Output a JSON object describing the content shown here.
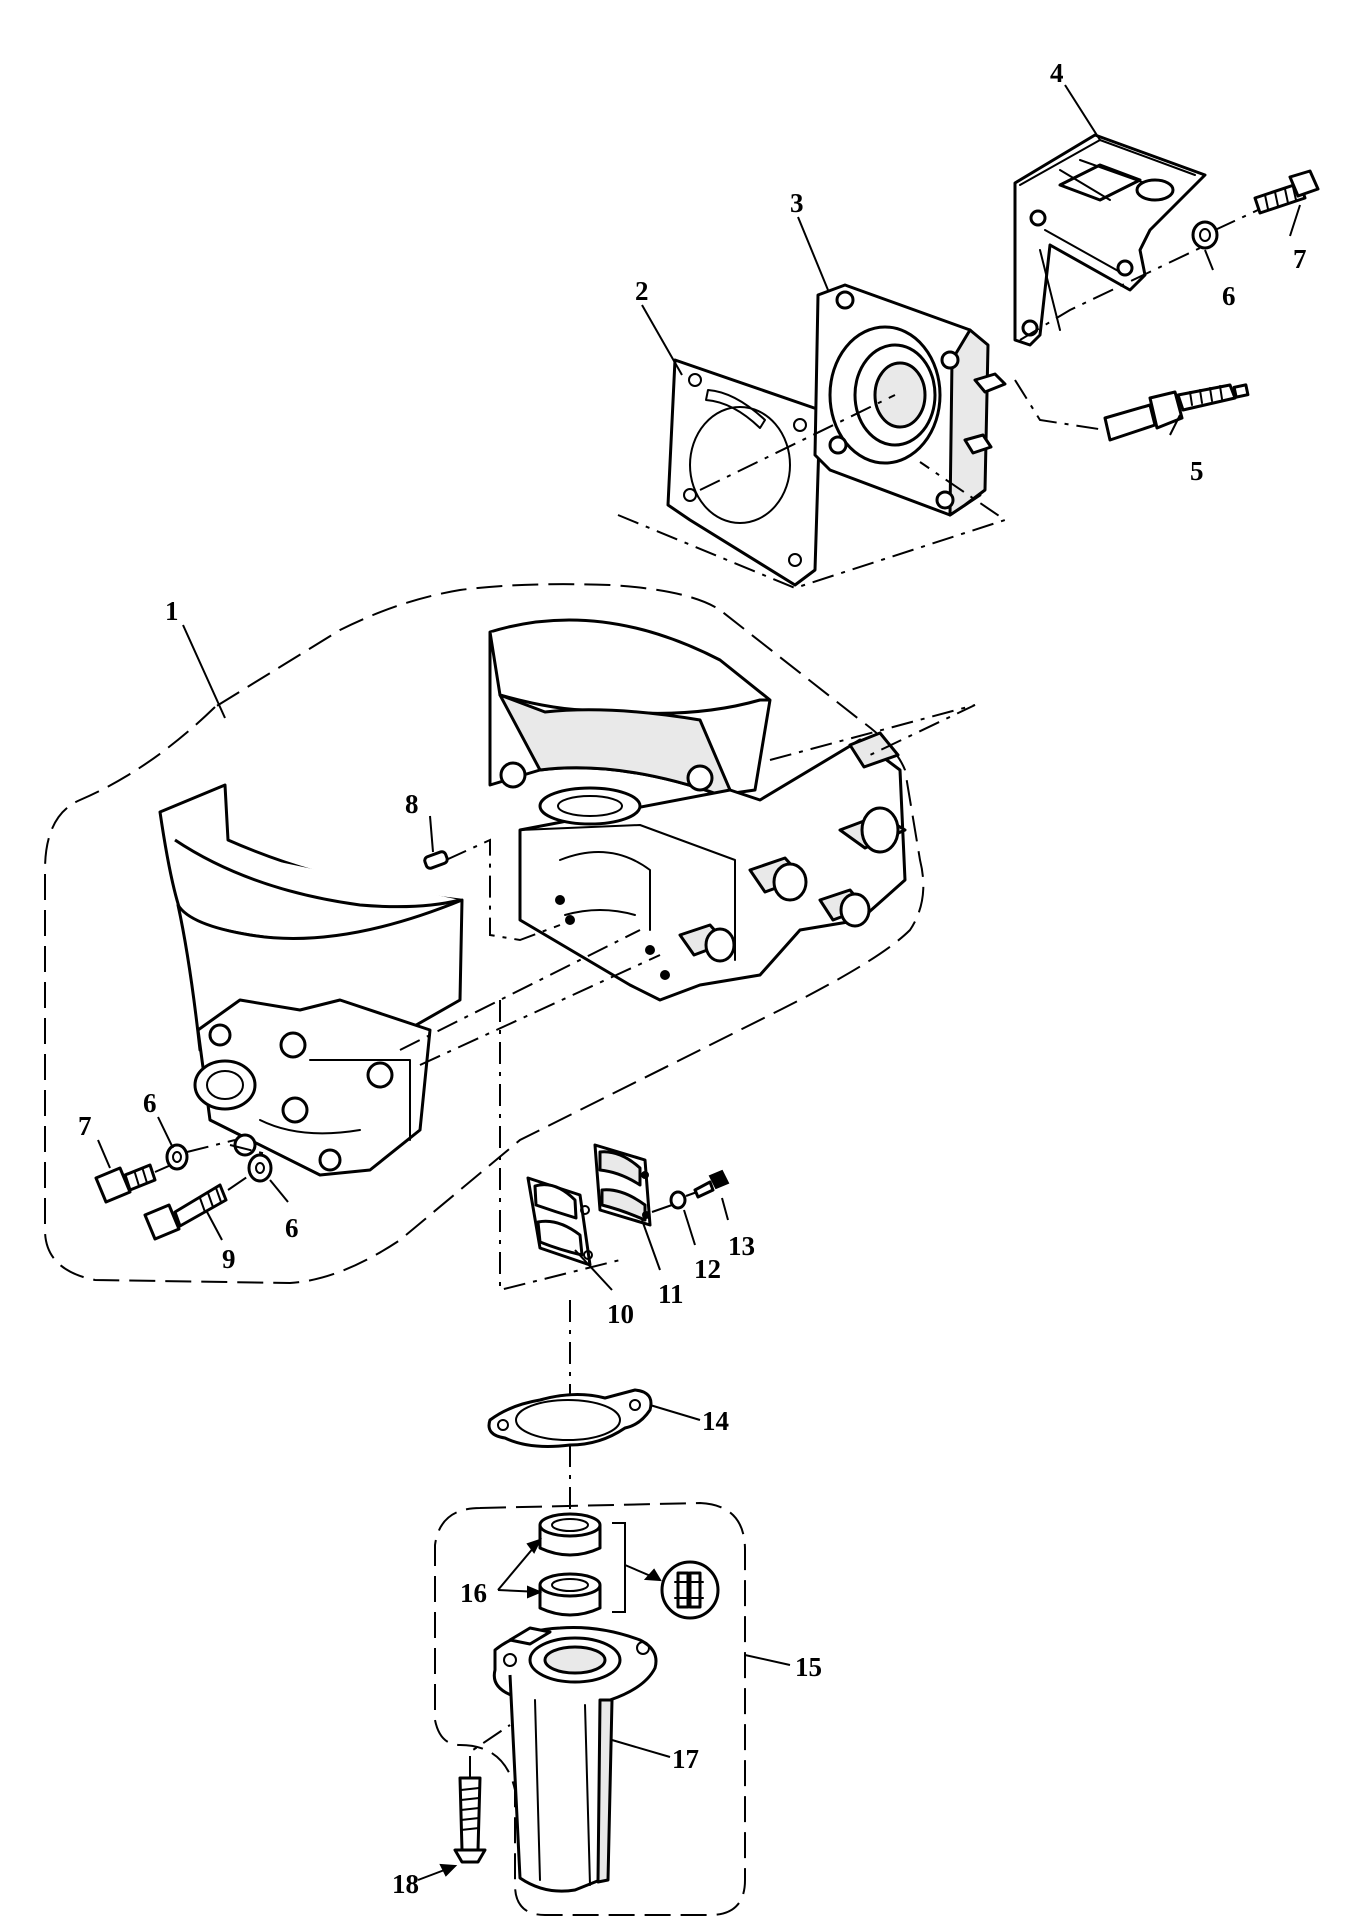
{
  "callouts": [
    {
      "id": "c1",
      "num": "1"
    },
    {
      "id": "c2",
      "num": "2"
    },
    {
      "id": "c3",
      "num": "3"
    },
    {
      "id": "c4",
      "num": "4"
    },
    {
      "id": "c5",
      "num": "5"
    },
    {
      "id": "c6a",
      "num": "6"
    },
    {
      "id": "c6b",
      "num": "6"
    },
    {
      "id": "c6c",
      "num": "6"
    },
    {
      "id": "c7a",
      "num": "7"
    },
    {
      "id": "c7b",
      "num": "7"
    },
    {
      "id": "c8",
      "num": "8"
    },
    {
      "id": "c9",
      "num": "9"
    },
    {
      "id": "c10",
      "num": "10"
    },
    {
      "id": "c11",
      "num": "11"
    },
    {
      "id": "c12",
      "num": "12"
    },
    {
      "id": "c13",
      "num": "13"
    },
    {
      "id": "c14",
      "num": "14"
    },
    {
      "id": "c15",
      "num": "15"
    },
    {
      "id": "c16",
      "num": "16"
    },
    {
      "id": "c17",
      "num": "17"
    },
    {
      "id": "c18",
      "num": "18"
    }
  ]
}
